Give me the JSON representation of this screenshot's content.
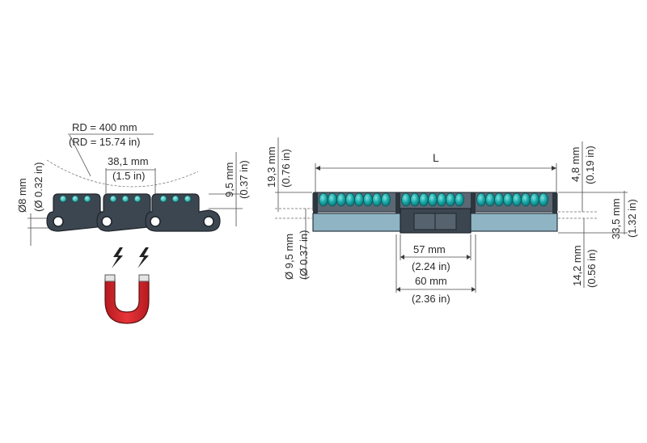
{
  "diagram": {
    "colors": {
      "chain_body": "#3c4650",
      "roller": "#16a6a6",
      "base_plate": "#8fb4c4",
      "magnet_red": "#d8262b",
      "magnet_tip": "#dedede",
      "lightning": "#222222"
    },
    "left_view": {
      "rd_mm": "RD = 400 mm",
      "rd_in": "(RD = 15.74 in)",
      "pitch_mm": "38,1 mm",
      "pitch_in": "(1.5 in)",
      "pin_dia_mm": "Ø8 mm",
      "pin_dia_in": "(Ø 0.32 in)",
      "roller_h_mm": "9,5 mm",
      "roller_h_in": "(0.37 in)"
    },
    "right_view": {
      "length_label": "L",
      "top_h_mm": "19,3 mm",
      "top_h_in": "(0.76 in)",
      "pin_dia_mm": "Ø 9,5 mm",
      "pin_dia_in": "(Ø 0.37 in)",
      "inner_w_mm": "57 mm",
      "inner_w_in": "(2.24 in)",
      "outer_w_mm": "60 mm",
      "outer_w_in": "(2.36 in)",
      "roller_over_mm": "4,8 mm",
      "roller_over_in": "(0.19 in)",
      "total_h_mm": "33,5 mm",
      "total_h_in": "(1.32 in)",
      "bottom_h_mm": "14,2 mm",
      "bottom_h_in": "(0.56 in)"
    }
  }
}
